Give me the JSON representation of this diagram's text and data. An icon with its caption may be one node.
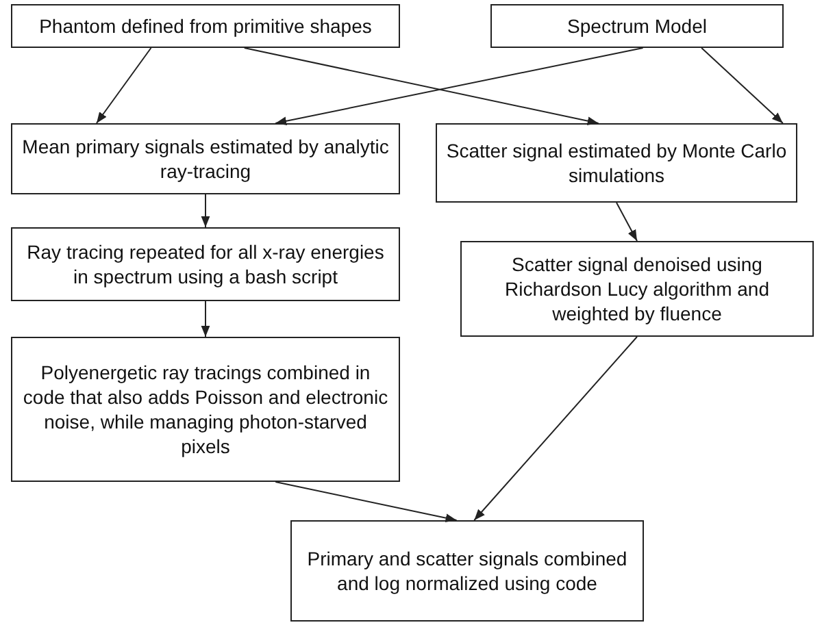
{
  "diagram": {
    "nodes": [
      {
        "text": [
          "Phantom defined from primitive shapes"
        ]
      },
      {
        "text": [
          "Spectrum Model"
        ]
      },
      {
        "text": [
          "Mean primary signals estimated by analytic ray-tracing"
        ]
      },
      {
        "text": [
          "Scatter signal estimated by Monte Carlo simulations"
        ]
      },
      {
        "text": [
          "Ray tracing repeated for all x-ray energies in spectrum using a bash script"
        ]
      },
      {
        "text": [
          "Scatter signal denoised using Richardson Lucy algorithm and weighted by fluence"
        ]
      },
      {
        "text": [
          "Polyenergetic ray tracings combined in code that also adds Poisson and electronic noise, while managing photon-starved pixels"
        ]
      },
      {
        "text": [
          "Primary and scatter signals combined and log normalized using code"
        ]
      }
    ],
    "edges": [
      {
        "from": 0,
        "to": 2,
        "arrow": "to"
      },
      {
        "from": 0,
        "to": 3,
        "arrow": "to"
      },
      {
        "from": 1,
        "to": 2,
        "arrow": "to"
      },
      {
        "from": 1,
        "to": 3,
        "arrow": "to"
      },
      {
        "from": 2,
        "to": 4,
        "arrow": "to"
      },
      {
        "from": 3,
        "to": 5,
        "arrow": "to"
      },
      {
        "from": 4,
        "to": 6,
        "arrow": "to"
      },
      {
        "from": 6,
        "to": 7,
        "arrow": "to"
      },
      {
        "from": 5,
        "to": 7,
        "arrow": "to"
      }
    ]
  }
}
